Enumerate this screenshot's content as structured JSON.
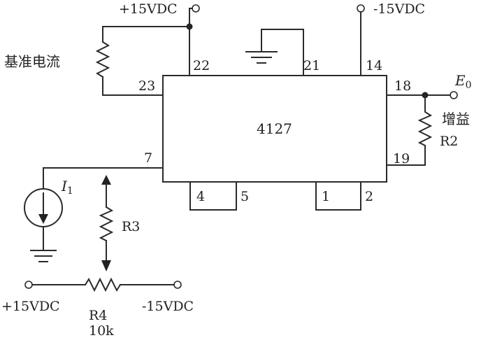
{
  "ic": {
    "part_number": "4127",
    "pins": {
      "p22": "22",
      "p23": "23",
      "p21": "21",
      "p14": "14",
      "p18": "18",
      "p19": "19",
      "p7": "7",
      "p4": "4",
      "p5": "5",
      "p1": "1",
      "p2": "2"
    }
  },
  "supplies": {
    "top_positive": "+15VDC",
    "top_negative": "-15VDC",
    "bottom_positive": "+15VDC",
    "bottom_negative": "-15VDC"
  },
  "components": {
    "ref_current_label": "基准电流",
    "gain_label": "增益",
    "r2": "R2",
    "r3": "R3",
    "r4": "R4",
    "r4_value": "10k",
    "i1_symbol": "I",
    "i1_subscript": "1",
    "output_symbol": "E",
    "output_subscript": "0"
  }
}
